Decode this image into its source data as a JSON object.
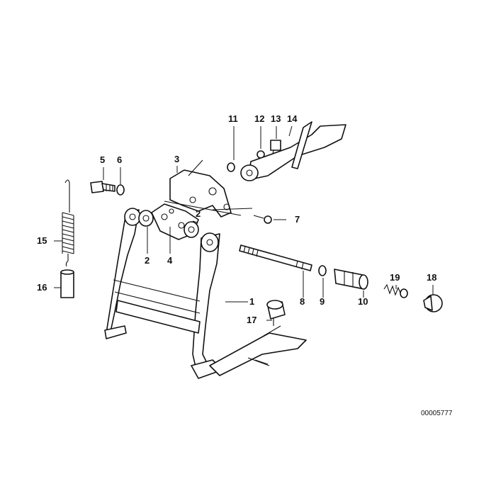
{
  "diagram": {
    "drawing_id": "00005777",
    "callouts": [
      {
        "key": "c1",
        "label": "1"
      },
      {
        "key": "c2a",
        "label": "2"
      },
      {
        "key": "c2b",
        "label": "2"
      },
      {
        "key": "c3",
        "label": "3"
      },
      {
        "key": "c4",
        "label": "4"
      },
      {
        "key": "c5",
        "label": "5"
      },
      {
        "key": "c6",
        "label": "6"
      },
      {
        "key": "c7",
        "label": "7"
      },
      {
        "key": "c8",
        "label": "8"
      },
      {
        "key": "c9",
        "label": "9"
      },
      {
        "key": "c10",
        "label": "10"
      },
      {
        "key": "c11",
        "label": "11"
      },
      {
        "key": "c12",
        "label": "12"
      },
      {
        "key": "c13",
        "label": "13"
      },
      {
        "key": "c14",
        "label": "14"
      },
      {
        "key": "c15",
        "label": "15"
      },
      {
        "key": "c16",
        "label": "16"
      },
      {
        "key": "c17",
        "label": "17"
      },
      {
        "key": "c18",
        "label": "18"
      },
      {
        "key": "c19",
        "label": "19"
      }
    ]
  }
}
